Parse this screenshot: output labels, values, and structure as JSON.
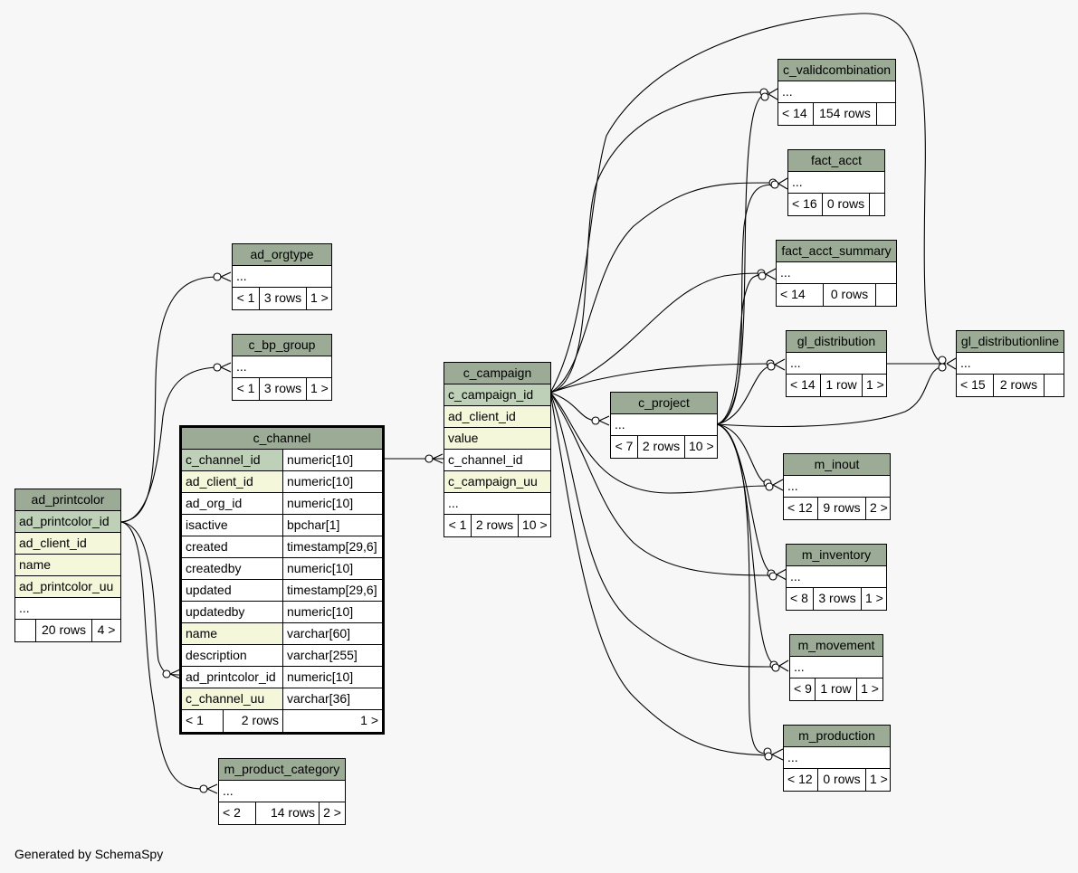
{
  "tables": {
    "ad_printcolor": {
      "name": "ad_printcolor",
      "columns": [
        "ad_printcolor_id",
        "ad_client_id",
        "name",
        "ad_printcolor_uu",
        "..."
      ],
      "footer": [
        "",
        "20 rows",
        "4 >"
      ]
    },
    "ad_orgtype": {
      "name": "ad_orgtype",
      "columns": [
        "..."
      ],
      "footer": [
        "< 1",
        "3 rows",
        "1 >"
      ]
    },
    "c_bp_group": {
      "name": "c_bp_group",
      "columns": [
        "..."
      ],
      "footer": [
        "< 1",
        "3 rows",
        "1 >"
      ]
    },
    "c_channel": {
      "name": "c_channel",
      "columns": [
        {
          "name": "c_channel_id",
          "type": "numeric[10]"
        },
        {
          "name": "ad_client_id",
          "type": "numeric[10]"
        },
        {
          "name": "ad_org_id",
          "type": "numeric[10]"
        },
        {
          "name": "isactive",
          "type": "bpchar[1]"
        },
        {
          "name": "created",
          "type": "timestamp[29,6]"
        },
        {
          "name": "createdby",
          "type": "numeric[10]"
        },
        {
          "name": "updated",
          "type": "timestamp[29,6]"
        },
        {
          "name": "updatedby",
          "type": "numeric[10]"
        },
        {
          "name": "name",
          "type": "varchar[60]"
        },
        {
          "name": "description",
          "type": "varchar[255]"
        },
        {
          "name": "ad_printcolor_id",
          "type": "numeric[10]"
        },
        {
          "name": "c_channel_uu",
          "type": "varchar[36]"
        }
      ],
      "footer": [
        "< 1",
        "2 rows",
        "1 >"
      ]
    },
    "m_product_category": {
      "name": "m_product_category",
      "columns": [
        "..."
      ],
      "footer": [
        "< 2",
        "14 rows",
        "2 >"
      ]
    },
    "c_campaign": {
      "name": "c_campaign",
      "columns": [
        "c_campaign_id",
        "ad_client_id",
        "value",
        "c_channel_id",
        "c_campaign_uu",
        "..."
      ],
      "footer": [
        "< 1",
        "2 rows",
        "10 >"
      ]
    },
    "c_project": {
      "name": "c_project",
      "columns": [
        "..."
      ],
      "footer": [
        "< 7",
        "2 rows",
        "10 >"
      ]
    },
    "c_validcombination": {
      "name": "c_validcombination",
      "columns": [
        "..."
      ],
      "footer": [
        "< 14",
        "154 rows",
        ""
      ]
    },
    "fact_acct": {
      "name": "fact_acct",
      "columns": [
        "..."
      ],
      "footer": [
        "< 16",
        "0 rows",
        ""
      ]
    },
    "fact_acct_summary": {
      "name": "fact_acct_summary",
      "columns": [
        "..."
      ],
      "footer": [
        "< 14",
        "0 rows",
        ""
      ]
    },
    "gl_distribution": {
      "name": "gl_distribution",
      "columns": [
        "..."
      ],
      "footer": [
        "< 14",
        "1 row",
        "1 >"
      ]
    },
    "gl_distributionline": {
      "name": "gl_distributionline",
      "columns": [
        "..."
      ],
      "footer": [
        "< 15",
        "2 rows",
        ""
      ]
    },
    "m_inout": {
      "name": "m_inout",
      "columns": [
        "..."
      ],
      "footer": [
        "< 12",
        "9 rows",
        "2 >"
      ]
    },
    "m_inventory": {
      "name": "m_inventory",
      "columns": [
        "..."
      ],
      "footer": [
        "< 8",
        "3 rows",
        "1 >"
      ]
    },
    "m_movement": {
      "name": "m_movement",
      "columns": [
        "..."
      ],
      "footer": [
        "< 9",
        "1 row",
        "1 >"
      ]
    },
    "m_production": {
      "name": "m_production",
      "columns": [
        "..."
      ],
      "footer": [
        "< 12",
        "0 rows",
        "1 >"
      ]
    }
  },
  "colors": {
    "header": "#9bab96",
    "primary_key": "#bed1b8",
    "indexed": "#f4f7da",
    "background": "#f7f7f7"
  },
  "generated_by": "Generated by SchemaSpy"
}
